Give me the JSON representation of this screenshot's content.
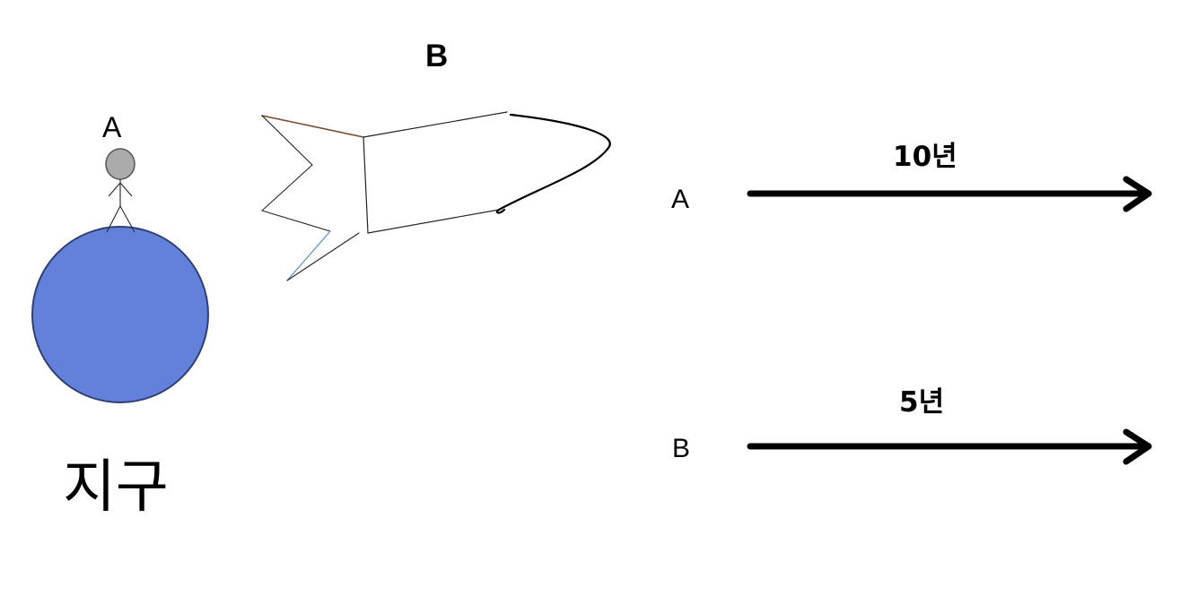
{
  "earth": {
    "label": "지구",
    "color": "#6380DA"
  },
  "person": {
    "label": "A",
    "head_color": "#ABABAB"
  },
  "rocket": {
    "label": "B",
    "tail_top_color": "#7A4A2A",
    "tail_bottom_color": "#5B8BD0"
  },
  "timelines": [
    {
      "name": "A",
      "duration": "10년"
    },
    {
      "name": "B",
      "duration": "5년"
    }
  ]
}
